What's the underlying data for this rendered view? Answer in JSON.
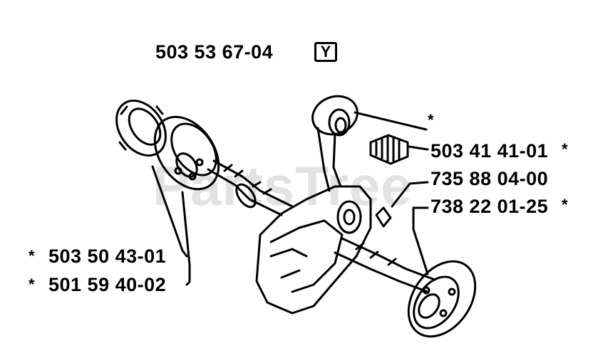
{
  "assembly_number": "503 53 67-04",
  "model_badge": "Y",
  "watermark": "PartsTree",
  "parts": [
    {
      "number": "503 41 41-01",
      "asterisk": "*"
    },
    {
      "number": "735 88 04-00",
      "asterisk": ""
    },
    {
      "number": "738 22 01-25",
      "asterisk": "*"
    },
    {
      "number": "503 50 43-01",
      "asterisk": "*"
    },
    {
      "number": "501 59 40-02",
      "asterisk": "*"
    }
  ],
  "orphan_asterisk": "*",
  "icons": [
    "crankshaft-icon",
    "connecting-rod-icon",
    "ball-bearing-icon",
    "seal-ring-icon",
    "needle-bearing-icon",
    "woodruff-key-icon"
  ]
}
